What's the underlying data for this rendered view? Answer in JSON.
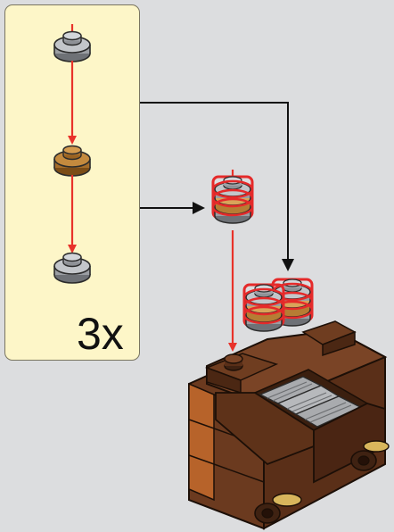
{
  "subassembly": {
    "multiplier": "3x",
    "parts": [
      {
        "name": "round-plate-1x1",
        "color": "#a5a8ad"
      },
      {
        "name": "round-plate-1x1",
        "color": "#b67d34"
      },
      {
        "name": "round-plate-1x1",
        "color": "#a5a8ad"
      }
    ]
  },
  "colors": {
    "background": "#dcdddf",
    "panel_fill": "#fdf6c8",
    "arrow_red": "#e8322a",
    "callout_line": "#111111",
    "highlight": "#e52a2a",
    "brown": "#6b3a1f",
    "dark_brown": "#3f2212",
    "orange_brown": "#b7632a",
    "grille_gray": "#a9abae",
    "tan": "#d8b65c"
  }
}
